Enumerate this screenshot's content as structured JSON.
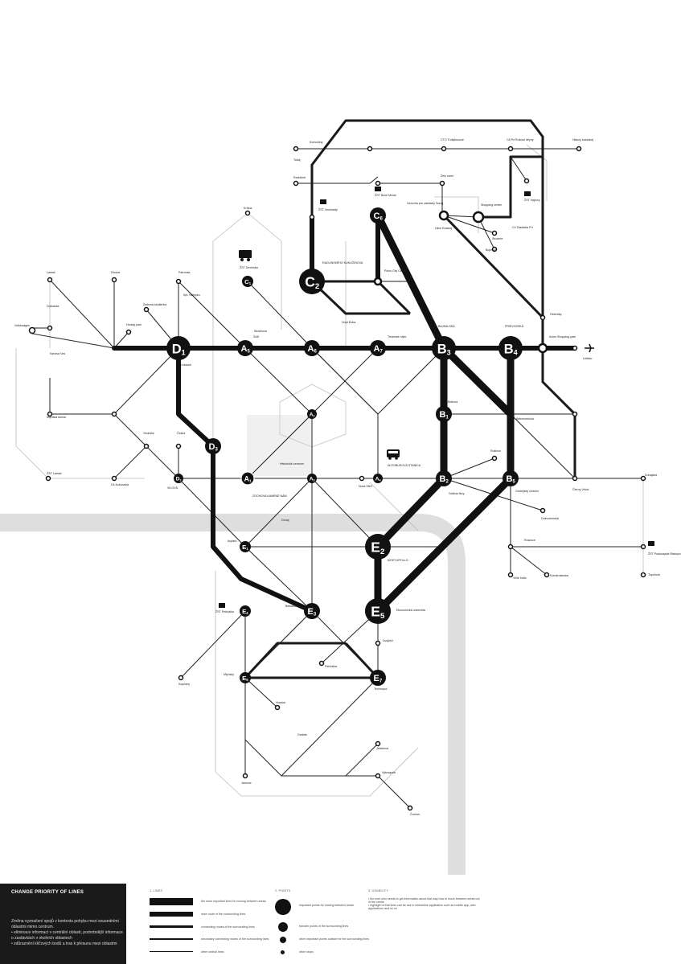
{
  "legend": {
    "panel_title": "CHANGE PRIORITY OF LINES",
    "panel_text": "Změna vyznačení spojů v kontextu pohybu mezi sousedními oblastmi mimo centrum.\n• eliminace informací v centrální oblasti, podrobnější informace o zastávkách v okolních oblastech\n• zdůraznění klíčových bodů a tras k přesunu mezi oblastmi",
    "col1_head": "1. LINES",
    "col2_head": "2. POINTS",
    "col3_head": "3. USABILITY",
    "lines": [
      "the most important lines for moving between areas",
      "main route of the surrounding lines",
      "connecting routes of the surrounding lines",
      "secondary connecting routes of the surrounding lines",
      "other ordinal lines"
    ],
    "points": [
      "important points for moving between areas",
      "transfer points of the surrounding lines",
      "other important points outside for the surrounding lines",
      "other stops"
    ],
    "usability": "• the user who needs to get information about fast way how to move between areas out of the centre\n• highlight of that lines can be use in interactive application such as mobile app, web applications and so on"
  },
  "hubs": {
    "A5": {
      "letter": "A",
      "num": "5"
    },
    "A6": {
      "letter": "A",
      "num": "6"
    },
    "A7": {
      "letter": "A",
      "num": "7"
    },
    "B3": {
      "letter": "B",
      "num": "3"
    },
    "B4": {
      "letter": "B",
      "num": "4"
    },
    "B1": {
      "letter": "B",
      "num": "1"
    },
    "B2": {
      "letter": "B",
      "num": "2"
    },
    "B5": {
      "letter": "B",
      "num": "5"
    },
    "C2": {
      "letter": "C",
      "num": "2"
    },
    "C6": {
      "letter": "C",
      "num": "6"
    },
    "C1": {
      "letter": "C",
      "num": "1"
    },
    "D1": {
      "letter": "D",
      "num": "1"
    },
    "D3": {
      "letter": "D",
      "num": "3"
    },
    "D2": {
      "letter": "D",
      "num": "2"
    },
    "E2": {
      "letter": "E",
      "num": "2"
    },
    "E5": {
      "letter": "E",
      "num": "5"
    },
    "E3": {
      "letter": "E",
      "num": "3"
    },
    "E7": {
      "letter": "E",
      "num": "7"
    },
    "E1": {
      "letter": "E",
      "num": "1"
    },
    "E4": {
      "letter": "E",
      "num": "4"
    },
    "E6": {
      "letter": "E",
      "num": "6"
    },
    "A1": {
      "letter": "A",
      "num": "1"
    },
    "A2": {
      "letter": "A",
      "num": "2"
    },
    "A3": {
      "letter": "A",
      "num": "3"
    },
    "A4": {
      "letter": "A",
      "num": "4"
    }
  },
  "labels": {
    "komorany": "Komořany",
    "tokaj": "Tokaj",
    "radnicne": "Radničné",
    "zst_vinohrady": "ŽST Vinohrady",
    "cto_trolejbus": "CTO Trolejbusové",
    "c8_ruzove": "C8 Pri Ružové Mlyny",
    "hlavny": "Hlavný kostolnej",
    "zst_nove_mesto": "ŽST Nové Mesto",
    "zelo_mest": "Želo mest",
    "vozovna": "Vozovňa pre zastávky Dunaj",
    "shopping": "Shopping center",
    "c4": "C4 Zastávka Pri",
    "studene": "Studené",
    "bojnicka": "Bojnická",
    "zst_vajnory": "ŽST Vajnory",
    "krizna": "Krížna",
    "zst_devinska": "ŽST Devínska",
    "kpt_nalepku": "Kpt. Nálepku",
    "radlinskeho": "RADLINSKÉHO KUKUČÍNOVA",
    "polus": "Polus City Center",
    "ulice": "Ulice Krasnej",
    "hrad": "Hrad Doba",
    "sad": "SAD",
    "ildijke": "Ilkovičova",
    "patronka": "Patrónka",
    "kolpa": "Karlova Ves",
    "trnavske": "Trnavské mýto",
    "bajkalska": "BAJKALSKÁ",
    "prievozska": "PRIEVOZSKÁ",
    "avion": "Avion Shopping park",
    "letisko": "Letisko",
    "lekaren": "Lekáreň",
    "zahrady": "Záhrady",
    "astronomicka": "Astronomická",
    "historicke_centrum": "Historické centrum",
    "autobusova": "AUTOBUSOVÁ STANICA",
    "nove_sng": "Nová SNG",
    "bottova": "Bottova",
    "galeria": "Galéria Nivy",
    "ruzinov": "Ružinov",
    "ondrej": "Ondrejský cintorín",
    "slovnaft": "Slovnaftská",
    "zochova": "ZOCHOVA KAMENÉ NÁM.",
    "dunaj": "Dunaj",
    "aupark": "Aupark",
    "most_apollo": "MOST APOLLO",
    "ekonomicka": "Ekonomická univerzita",
    "bratislavskem": "Betliarska",
    "stavba": "Staba",
    "dvojkriz": "Dvojkríž",
    "petrzalka": "Petržalka",
    "technopol": "Technopol",
    "kopcany": "Kopčany",
    "zst_petrzalka": "ŽST Petržalka",
    "hradna": "Hradná",
    "ovsiste": "Ovsište",
    "jiraskova": "Jiráskova",
    "vybrahokova": "Vyborgská",
    "mlynsky": "Mlynský",
    "cunovo": "Čunovo",
    "jarovce": "Jarovce",
    "rusovce": "Rusovce",
    "zst_podunajske": "ŽST Podunajské Biskupice",
    "topolova": "Topoľová",
    "cierny_vrsok": "Čierny Vršok",
    "dolnozemska": "Dolnozemská",
    "vlcie_hrdlo": "Vlčie hrdlo",
    "komarnianska": "Komárnianska",
    "dunajska": "Dunajská",
    "ostredky": "Ostredky",
    "volkswagen": "Volkswagen",
    "lamac": "Lamač",
    "dubravka": "Dúbravka",
    "karlovka": "Karlova Ves",
    "divoka": "Divoká",
    "zelezna": "Železná studienka",
    "horsky": "Horský park",
    "mlynska": "Mlynská dolina",
    "zst_lamac": "ŽST Lamač",
    "d2_vilova": "VILOVÁ",
    "d4": "D4 Kuklovská",
    "vinarske": "Vinárske",
    "ceska": "Česká"
  }
}
